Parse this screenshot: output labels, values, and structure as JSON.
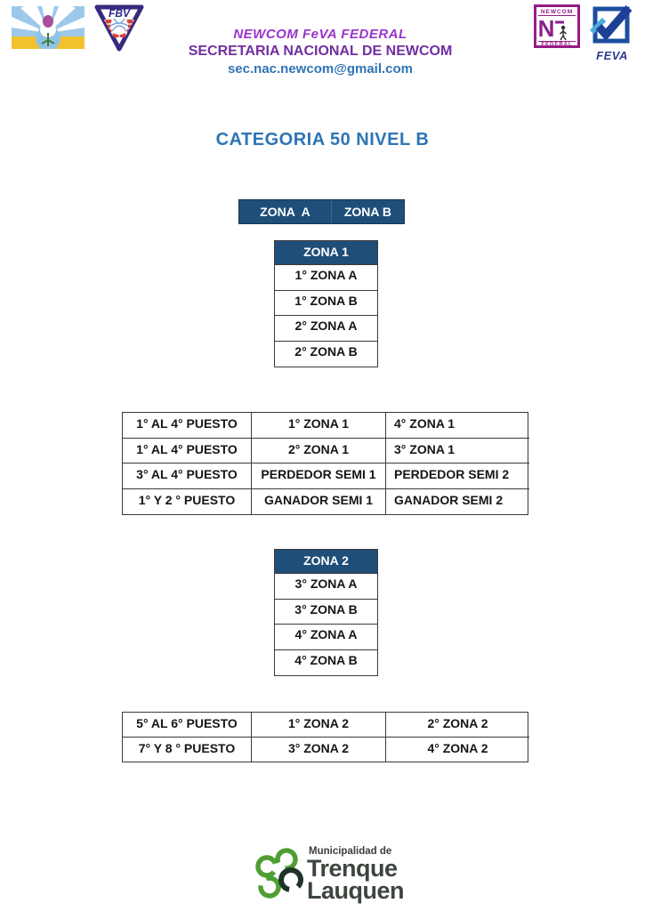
{
  "title": "CATEGORIA 50 NIVEL B",
  "header": {
    "line1": "NEWCOM FeVA FEDERAL",
    "line2": "SECRETARIA NACIONAL DE NEWCOM",
    "email": "sec.nac.newcom@gmail.com",
    "logos": {
      "flag": "trenque-lauquen-flag",
      "fbv_label": "FBV",
      "newcom_top": "NEWCOM",
      "newcom_letter": "N",
      "newcom_bottom": "FEDERAL",
      "feva_label": "FEVA"
    }
  },
  "zona_bar": {
    "cells": [
      "ZONA  A",
      "ZONA B"
    ]
  },
  "zona1_table": {
    "header": "ZONA 1",
    "rows": [
      "1° ZONA A",
      "1° ZONA B",
      "2° ZONA A",
      "2° ZONA B"
    ]
  },
  "playoff_table1": {
    "rows": [
      [
        "1° AL 4° PUESTO",
        "1° ZONA 1",
        "4° ZONA 1"
      ],
      [
        "1° AL 4° PUESTO",
        "2° ZONA 1",
        "3° ZONA 1"
      ],
      [
        "3° AL 4° PUESTO",
        "PERDEDOR SEMI 1",
        "PERDEDOR SEMI 2"
      ],
      [
        "1° Y 2 ° PUESTO",
        "GANADOR SEMI 1",
        "GANADOR SEMI 2"
      ]
    ]
  },
  "zona2_table": {
    "header": "ZONA 2",
    "rows": [
      "3° ZONA A",
      "3° ZONA B",
      "4° ZONA A",
      "4° ZONA B"
    ]
  },
  "playoff_table2": {
    "rows": [
      [
        "5° AL 6° PUESTO",
        "1° ZONA 2",
        "2° ZONA 2"
      ],
      [
        "7° Y 8 ° PUESTO",
        "3° ZONA 2",
        "4° ZONA 2"
      ]
    ]
  },
  "footer": {
    "muni_line": "Municipalidad de",
    "city_line1": "Trenque",
    "city_line2": "Lauquen"
  },
  "colors": {
    "table_header_bg": "#1F4E79",
    "title_blue": "#2E74B5",
    "secretaria_purple": "#7030A0",
    "script_purple": "#9933CC",
    "email_blue": "#2E74B5",
    "footer_green": "#4f9e33",
    "footer_dark": "#1f3428"
  }
}
